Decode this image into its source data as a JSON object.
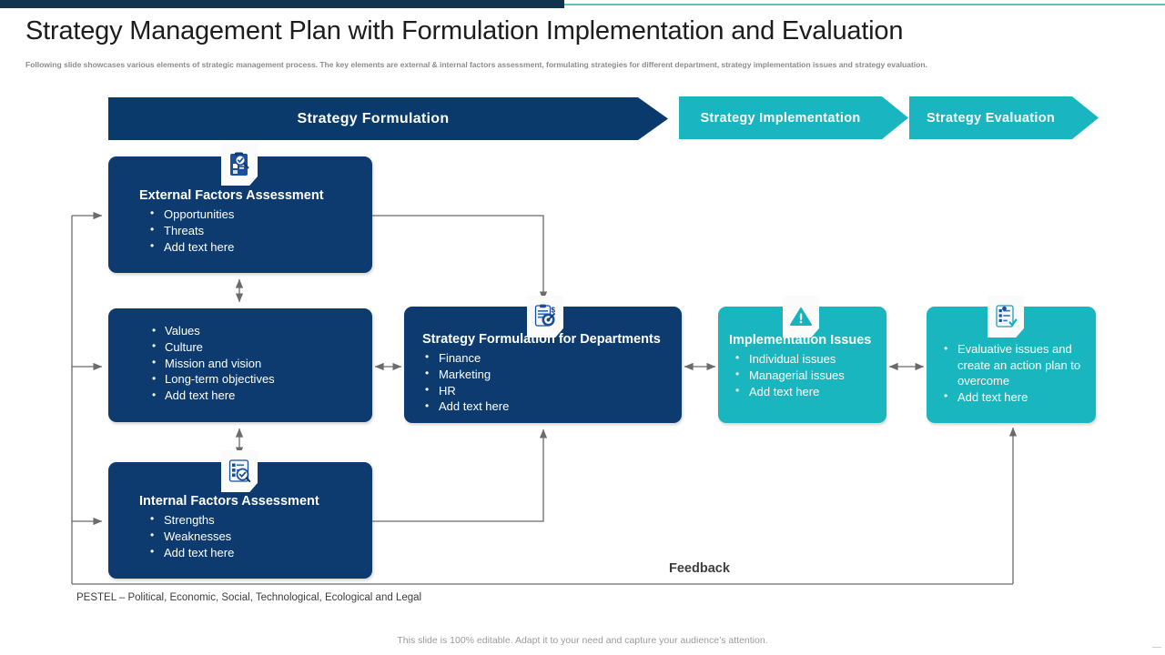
{
  "header": {
    "title": "Strategy Management Plan with Formulation Implementation and Evaluation",
    "subtitle": "Following slide showcases various elements of strategic management process. The key elements are external & internal factors assessment, formulating strategies for different department, strategy implementation issues and strategy evaluation."
  },
  "colors": {
    "navy": "#0d3b6f",
    "navy_dark": "#0a3a6b",
    "teal": "#1ab6c0",
    "teal_band": "#19b5c0",
    "accent_bar_navy": "#11334f",
    "accent_bar_teal": "#5bc6c0",
    "arrow_gray": "#6b6b6b",
    "text_gray": "#3d3d3d"
  },
  "phases": [
    {
      "label": "Strategy Formulation",
      "style": "navy"
    },
    {
      "label": "Strategy Implementation",
      "style": "teal"
    },
    {
      "label": "Strategy Evaluation",
      "style": "teal"
    }
  ],
  "cards": {
    "external": {
      "icon": "clipboard-magnifier-icon",
      "heading": "External Factors Assessment",
      "items": [
        "Opportunities",
        "Threats",
        "Add text here"
      ]
    },
    "values": {
      "heading": "",
      "items": [
        "Values",
        "Culture",
        "Mission and vision",
        "Long-term objectives",
        "Add text here"
      ]
    },
    "internal": {
      "icon": "checklist-magnifier-icon",
      "heading": "Internal Factors Assessment",
      "items": [
        "Strengths",
        "Weaknesses",
        "Add text here"
      ]
    },
    "departments": {
      "icon": "clipboard-target-icon",
      "heading": "Strategy Formulation for Departments",
      "items": [
        "Finance",
        "Marketing",
        "HR",
        "Add text here"
      ]
    },
    "implementation": {
      "icon": "warning-triangle-icon",
      "heading": "Implementation Issues",
      "items": [
        "Individual issues",
        "Managerial issues",
        "Add text here"
      ]
    },
    "evaluation": {
      "icon": "checklist-check-icon",
      "heading": "",
      "items": [
        "Evaluative issues and create an action plan to overcome",
        "Add text here"
      ]
    }
  },
  "labels": {
    "feedback": "Feedback",
    "pestel": "PESTEL – Political, Economic, Social, Technological,  Ecological and Legal",
    "footnote": "This slide is 100% editable. Adapt it to your need and capture your audience’s attention."
  }
}
